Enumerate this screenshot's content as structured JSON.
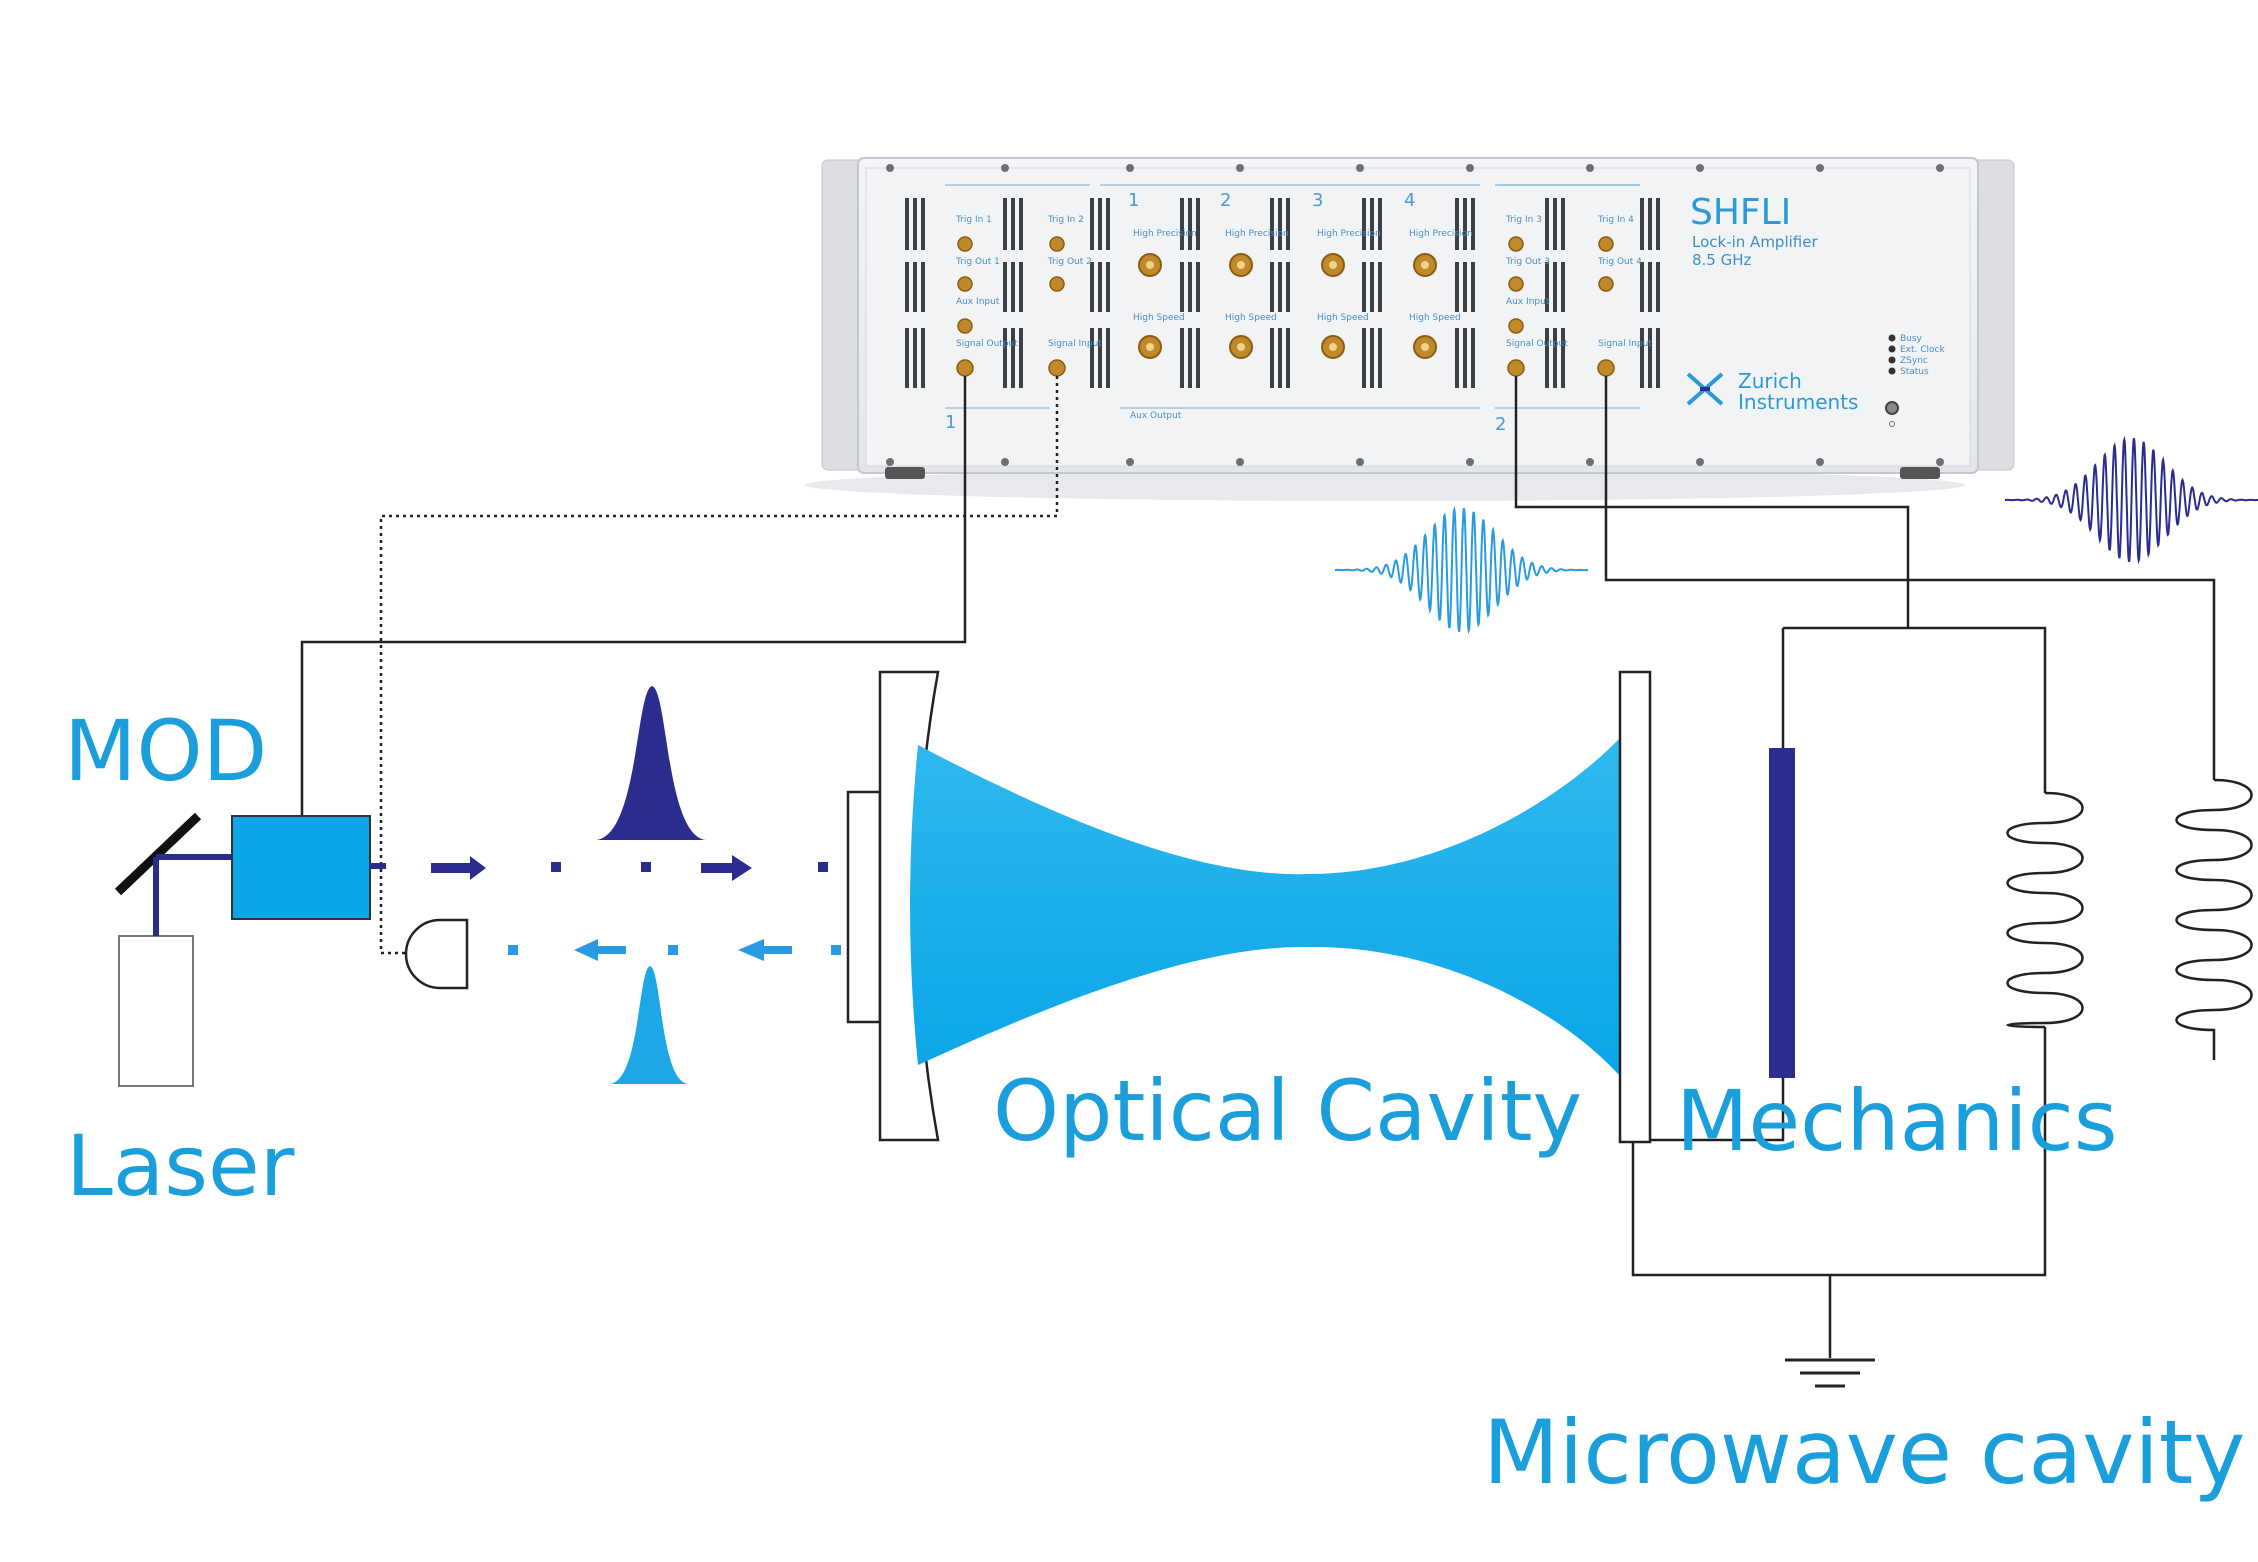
{
  "labels": {
    "mod": "MOD",
    "laser": "Laser",
    "optical_cavity": "Optical Cavity",
    "mechanics": "Mechanics",
    "microwave_cavity": "Microwave cavity"
  },
  "instrument": {
    "model": "SHFLI",
    "subtitle_1": "Lock-in Amplifier",
    "subtitle_2": "8.5 GHz",
    "brand_1": "Zurich",
    "brand_2": "Instruments",
    "group_1": "1",
    "group_2": "2",
    "aux_output": "Aux Output",
    "channels": [
      "1",
      "2",
      "3",
      "4"
    ],
    "ch_top": "High Precision",
    "ch_bottom": "High Speed",
    "left_ports": [
      "Trig In 1",
      "Trig Out 1",
      "Aux Input",
      "Signal Output"
    ],
    "left_ports_2": [
      "Trig In 2",
      "Trig Out 2",
      "Signal Input"
    ],
    "right_ports": [
      "Trig In 3",
      "Trig Out 3",
      "Aux Input",
      "Signal Output"
    ],
    "right_ports_2": [
      "Trig In 4",
      "Trig Out 4",
      "Signal Input"
    ],
    "status_leds": [
      "Busy",
      "Ext. Clock",
      "ZSync",
      "Status"
    ]
  },
  "colors": {
    "accent_blue": "#1b9fdc",
    "navy": "#2b2d8e",
    "light_blue": "#1ea7e6"
  }
}
